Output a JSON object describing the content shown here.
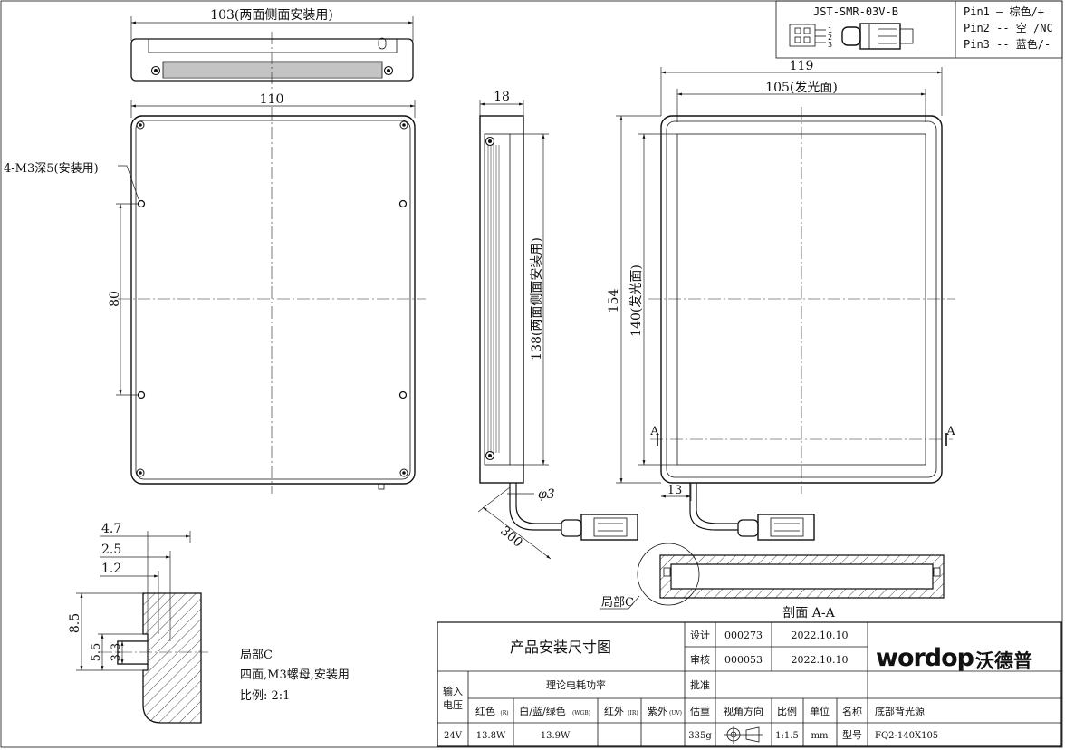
{
  "connector": {
    "model": "JST-SMR-03V-B",
    "pins": [
      "Pin1 — 棕色/+",
      "Pin2 -- 空 /NC",
      "Pin3 -- 蓝色/-"
    ],
    "pin_numbers": [
      "1",
      "2",
      "3"
    ]
  },
  "top_view": {
    "width_label": "103(两面侧面安装用)"
  },
  "front_view": {
    "width_label": "110",
    "height_label": "80",
    "hole_note": "4-M3深5(安装用)"
  },
  "side_view": {
    "thickness_label": "18",
    "length_label": "138(两面侧面安装用)",
    "cable_dia_label": "φ3",
    "cable_len_label": "300"
  },
  "right_view": {
    "outer_width_label": "119",
    "emit_width_label": "105(发光面)",
    "outer_height_label": "154",
    "emit_height_label": "140(发光面)",
    "section_marker": "A",
    "offset_label": "13"
  },
  "section": {
    "title": "剖面 A-A",
    "detail_label": "局部C"
  },
  "detail": {
    "dims": [
      "4.7",
      "2.5",
      "1.2",
      "8.5",
      "5.5",
      "3.3"
    ],
    "note_lines": [
      "局部C",
      "四面,M3螺母,安装用",
      "比例: 2:1"
    ]
  },
  "title_block": {
    "drawing_title": "产品安装尺寸图",
    "design_label": "设计",
    "design_no": "000273",
    "design_date": "2022.10.10",
    "check_label": "审核",
    "check_no": "000053",
    "check_date": "2022.10.10",
    "approve_label": "批准",
    "input_label_1": "输入",
    "input_label_2": "电压",
    "power_label": "理论电耗功率",
    "red_label": "红色",
    "red_sub": "(R)",
    "wrgb_label": "白/蓝/绿色",
    "wrgb_sub": "(WGB)",
    "ir_label": "红外",
    "ir_sub": "(IR)",
    "uv_label": "紫外",
    "uv_sub": "(UV)",
    "weight_label": "估重",
    "view_label": "视角方向",
    "scale_label": "比例",
    "unit_label": "单位",
    "name_label": "名称",
    "name_value": "底部背光源",
    "voltage": "24V",
    "red_power": "13.8W",
    "wrgb_power": "13.9W",
    "weight": "335g",
    "scale": "1:1.5",
    "unit": "mm",
    "model_label": "型号",
    "model_value": "FQ2-140X105",
    "logo_en": "wordop",
    "logo_cn": "沃德普"
  }
}
